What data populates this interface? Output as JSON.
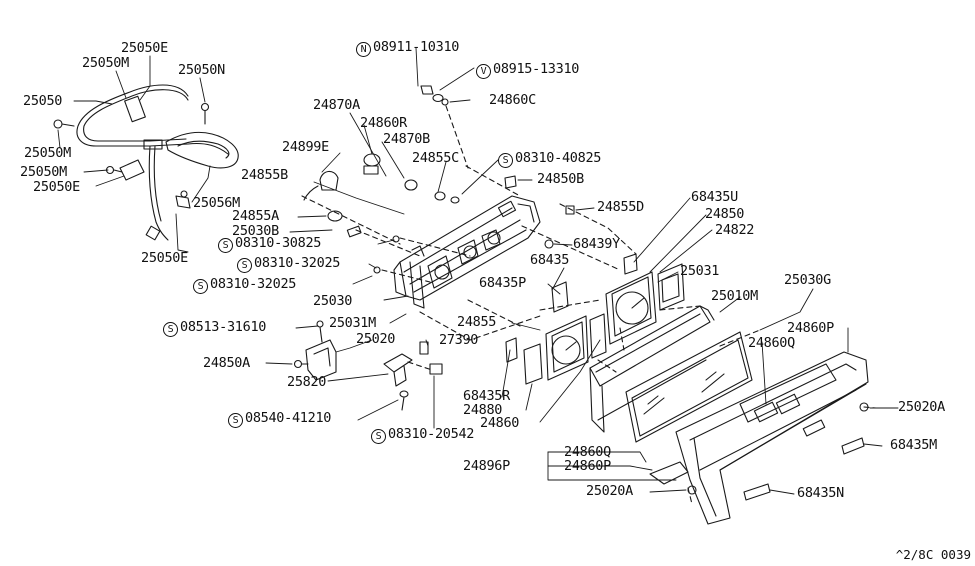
{
  "diagram": {
    "drawing_code": "^2/8C 0039",
    "callouts": [
      {
        "id": "c01",
        "text": "25050E"
      },
      {
        "id": "c02",
        "text": "25050M"
      },
      {
        "id": "c03",
        "text": "25050N"
      },
      {
        "id": "c04",
        "text": "25050"
      },
      {
        "id": "c05",
        "text": "25050M"
      },
      {
        "id": "c06",
        "text": "25050M"
      },
      {
        "id": "c07",
        "text": "25050E"
      },
      {
        "id": "c08",
        "text": "25056M"
      },
      {
        "id": "c09",
        "text": "25050E"
      },
      {
        "id": "c10",
        "prefix": "N",
        "text": "08911-10310"
      },
      {
        "id": "c11",
        "prefix": "V",
        "text": "08915-13310"
      },
      {
        "id": "c12",
        "text": "24860C"
      },
      {
        "id": "c13",
        "text": "24870A"
      },
      {
        "id": "c14",
        "text": "24860R"
      },
      {
        "id": "c15",
        "text": "24870B"
      },
      {
        "id": "c16",
        "text": "24899E"
      },
      {
        "id": "c17",
        "text": "24855C"
      },
      {
        "id": "c18",
        "prefix": "S",
        "text": "08310-40825"
      },
      {
        "id": "c19",
        "text": "24855B"
      },
      {
        "id": "c20",
        "text": "24850B"
      },
      {
        "id": "c21",
        "text": "24855D"
      },
      {
        "id": "c22",
        "text": "24855A"
      },
      {
        "id": "c23",
        "text": "25030B"
      },
      {
        "id": "c24",
        "prefix": "S",
        "text": "08310-30825"
      },
      {
        "id": "c25",
        "prefix": "S",
        "text": "08310-32025"
      },
      {
        "id": "c26",
        "prefix": "S",
        "text": "08310-32025"
      },
      {
        "id": "c27",
        "text": "68435U"
      },
      {
        "id": "c28",
        "text": "24850"
      },
      {
        "id": "c29",
        "text": "24822"
      },
      {
        "id": "c30",
        "text": "68439Y"
      },
      {
        "id": "c31",
        "text": "68435"
      },
      {
        "id": "c32",
        "text": "25031"
      },
      {
        "id": "c33",
        "text": "68435P"
      },
      {
        "id": "c34",
        "text": "25010M"
      },
      {
        "id": "c35",
        "text": "25030G"
      },
      {
        "id": "c36",
        "text": "24860P"
      },
      {
        "id": "c37",
        "text": "25030"
      },
      {
        "id": "c38",
        "text": "25031M"
      },
      {
        "id": "c39",
        "prefix": "S",
        "text": "08513-31610"
      },
      {
        "id": "c40",
        "text": "25020"
      },
      {
        "id": "c41",
        "text": "24855"
      },
      {
        "id": "c42",
        "text": "24860Q"
      },
      {
        "id": "c43",
        "text": "27390"
      },
      {
        "id": "c44",
        "text": "24850A"
      },
      {
        "id": "c45",
        "text": "25820"
      },
      {
        "id": "c46",
        "text": "68435R"
      },
      {
        "id": "c47",
        "text": "24880"
      },
      {
        "id": "c48",
        "text": "24860"
      },
      {
        "id": "c49",
        "prefix": "S",
        "text": "08540-41210"
      },
      {
        "id": "c50",
        "prefix": "S",
        "text": "08310-20542"
      },
      {
        "id": "c51",
        "text": "25020A"
      },
      {
        "id": "c52",
        "text": "24860Q"
      },
      {
        "id": "c53",
        "text": "24896P"
      },
      {
        "id": "c54",
        "text": "24860P"
      },
      {
        "id": "c55",
        "text": "68435M"
      },
      {
        "id": "c56",
        "text": "25020A"
      },
      {
        "id": "c57",
        "text": "68435N"
      }
    ]
  }
}
